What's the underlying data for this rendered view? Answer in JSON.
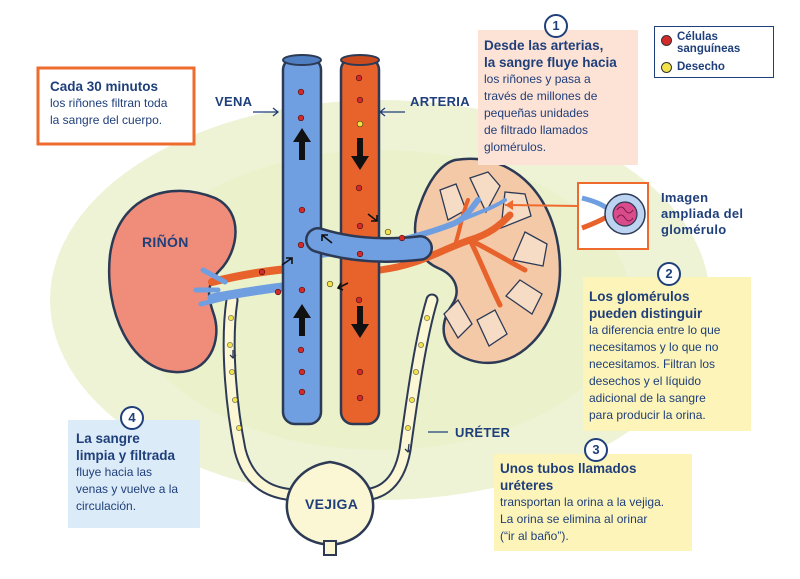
{
  "labels": {
    "vena": "VENA",
    "arteria": "ARTERIA",
    "rinon": "RIÑÓN",
    "ureter": "URÉTER",
    "vejiga": "VEJIGA",
    "imagen_ampliada": [
      "Imagen",
      "ampliada del",
      "glomérulo"
    ]
  },
  "legend": {
    "celulas": [
      "Células",
      "sanguíneas"
    ],
    "desecho": "Desecho",
    "celulas_color": "#d42a2a",
    "desecho_color": "#f3e34a"
  },
  "boxes": {
    "cada30": {
      "heading": "Cada 30 minutos",
      "body": [
        "los riñones filtran toda",
        "la sangre del cuerpo."
      ]
    },
    "step1": {
      "number": "1",
      "heading": [
        "Desde las arterias,",
        "la sangre fluye hacia"
      ],
      "body": [
        "los riñones y pasa a",
        "través de millones de",
        "pequeñas unidades",
        "de filtrado llamados",
        "glomérulos."
      ]
    },
    "step2": {
      "number": "2",
      "heading": [
        "Los glomérulos",
        "pueden distinguir"
      ],
      "body": [
        "la diferencia entre lo que",
        "necesitamos y lo que no",
        "necesitamos. Filtran los",
        "desechos y el líquido",
        "adicional de la sangre",
        "para producir la orina."
      ]
    },
    "step3": {
      "number": "3",
      "heading": [
        "Unos tubos llamados",
        "uréteres"
      ],
      "body": [
        "transportan la orina a la vejiga.",
        "La orina se elimina al orinar",
        "(“ir al baño”)."
      ]
    },
    "step4": {
      "number": "4",
      "heading": [
        "La sangre",
        "limpia y filtrada"
      ],
      "body": [
        "fluye hacia las",
        "venas y vuelve a la",
        "circulación."
      ]
    }
  },
  "colors": {
    "vein": "#6f9fe0",
    "artery": "#e8622c",
    "kidney_left": "#f08c7a",
    "kidney_right": "#f4c9a8",
    "bladder": "#fbf7d4",
    "box_orange_border": "#ee6b2d",
    "box_pink": "#fde2d6",
    "box_yellow": "#fdf4b9",
    "box_blue": "#dcebf8",
    "text_navy": "#1f3f7a",
    "glow": "#e8f1c8"
  }
}
